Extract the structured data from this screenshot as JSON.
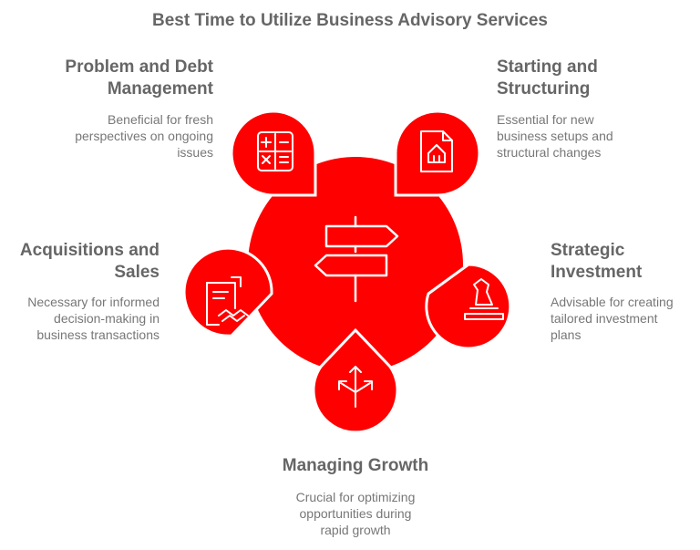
{
  "title": "Best Time to Utilize Business Advisory Services",
  "colors": {
    "accent": "#ff0000",
    "icon_stroke": "#ffffff",
    "text": "#666666"
  },
  "center": {
    "icon": "signpost-icon"
  },
  "nodes": [
    {
      "key": "problem",
      "heading": "Problem and Debt\nManagement",
      "description": "Beneficial for fresh\nperspectives on ongoing\nissues",
      "icon": "calculator-icon"
    },
    {
      "key": "starting",
      "heading": "Starting and\nStructuring",
      "description": "Essential for new\nbusiness setups and\nstructural changes",
      "icon": "document-home-icon"
    },
    {
      "key": "acquisitions",
      "heading": "Acquisitions and\nSales",
      "description": "Necessary for informed\ndecision-making in\nbusiness transactions",
      "icon": "contract-handshake-icon"
    },
    {
      "key": "strategic",
      "heading": "Strategic\nInvestment",
      "description": "Advisable for creating\ntailored investment\nplans",
      "icon": "chess-knight-icon"
    },
    {
      "key": "growth",
      "heading": "Managing Growth",
      "description": "Crucial for optimizing\nopportunities during\nrapid growth",
      "icon": "split-arrows-icon"
    }
  ]
}
